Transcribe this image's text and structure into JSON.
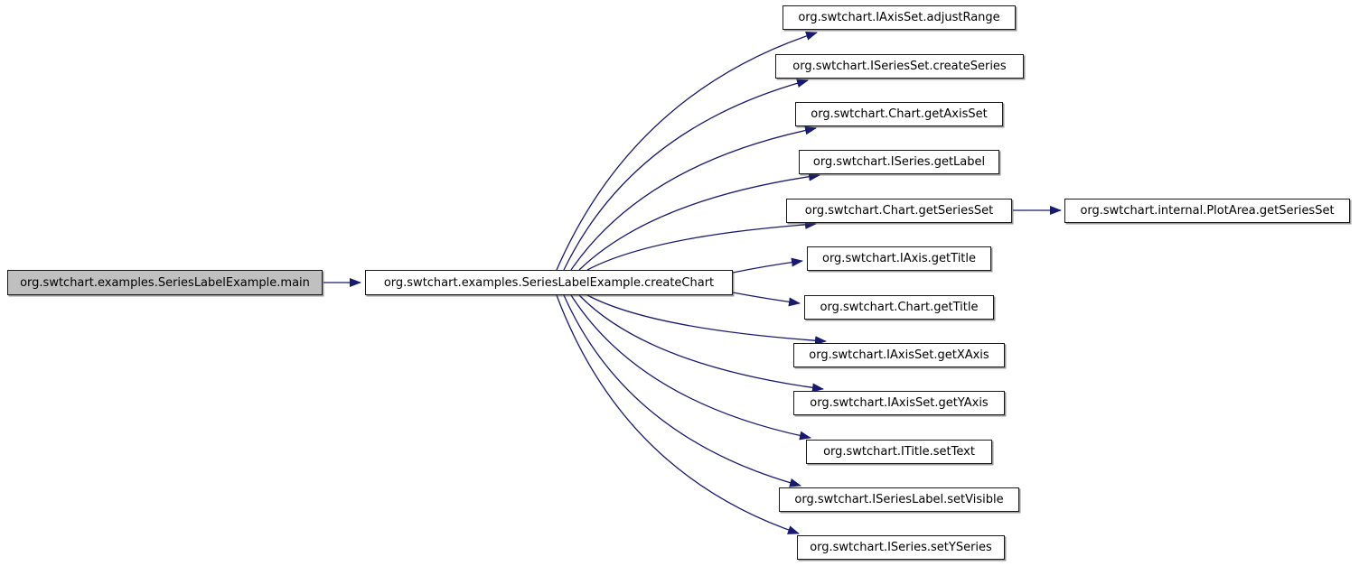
{
  "diagram": {
    "type": "call-graph",
    "background_color": "#ffffff",
    "edge_color": "#191970",
    "node_border_color": "#1a1a1a",
    "node_fill_color": "#ffffff",
    "highlighted_node_fill_color": "#c0c0c0",
    "nodes": [
      {
        "id": "main",
        "label": "org.swtchart.examples.SeriesLabelExample.main",
        "highlighted": true
      },
      {
        "id": "createChart",
        "label": "org.swtchart.examples.SeriesLabelExample.createChart",
        "highlighted": false
      },
      {
        "id": "adjustRange",
        "label": "org.swtchart.IAxisSet.adjustRange",
        "highlighted": false
      },
      {
        "id": "createSeries",
        "label": "org.swtchart.ISeriesSet.createSeries",
        "highlighted": false
      },
      {
        "id": "getAxisSet",
        "label": "org.swtchart.Chart.getAxisSet",
        "highlighted": false
      },
      {
        "id": "getLabel",
        "label": "org.swtchart.ISeries.getLabel",
        "highlighted": false
      },
      {
        "id": "getSeriesSet",
        "label": "org.swtchart.Chart.getSeriesSet",
        "highlighted": false
      },
      {
        "id": "plotArea",
        "label": "org.swtchart.internal.PlotArea.getSeriesSet",
        "highlighted": false
      },
      {
        "id": "iaxisTitle",
        "label": "org.swtchart.IAxis.getTitle",
        "highlighted": false
      },
      {
        "id": "chartTitle",
        "label": "org.swtchart.Chart.getTitle",
        "highlighted": false
      },
      {
        "id": "getXAxis",
        "label": "org.swtchart.IAxisSet.getXAxis",
        "highlighted": false
      },
      {
        "id": "getYAxis",
        "label": "org.swtchart.IAxisSet.getYAxis",
        "highlighted": false
      },
      {
        "id": "setText",
        "label": "org.swtchart.ITitle.setText",
        "highlighted": false
      },
      {
        "id": "setVisible",
        "label": "org.swtchart.ISeriesLabel.setVisible",
        "highlighted": false
      },
      {
        "id": "setYSeries",
        "label": "org.swtchart.ISeries.setYSeries",
        "highlighted": false
      }
    ],
    "edges": [
      {
        "from": "main",
        "to": "createChart"
      },
      {
        "from": "createChart",
        "to": "adjustRange"
      },
      {
        "from": "createChart",
        "to": "createSeries"
      },
      {
        "from": "createChart",
        "to": "getAxisSet"
      },
      {
        "from": "createChart",
        "to": "getLabel"
      },
      {
        "from": "createChart",
        "to": "getSeriesSet"
      },
      {
        "from": "createChart",
        "to": "iaxisTitle"
      },
      {
        "from": "createChart",
        "to": "chartTitle"
      },
      {
        "from": "createChart",
        "to": "getXAxis"
      },
      {
        "from": "createChart",
        "to": "getYAxis"
      },
      {
        "from": "createChart",
        "to": "setText"
      },
      {
        "from": "createChart",
        "to": "setVisible"
      },
      {
        "from": "createChart",
        "to": "setYSeries"
      },
      {
        "from": "getSeriesSet",
        "to": "plotArea"
      }
    ]
  }
}
